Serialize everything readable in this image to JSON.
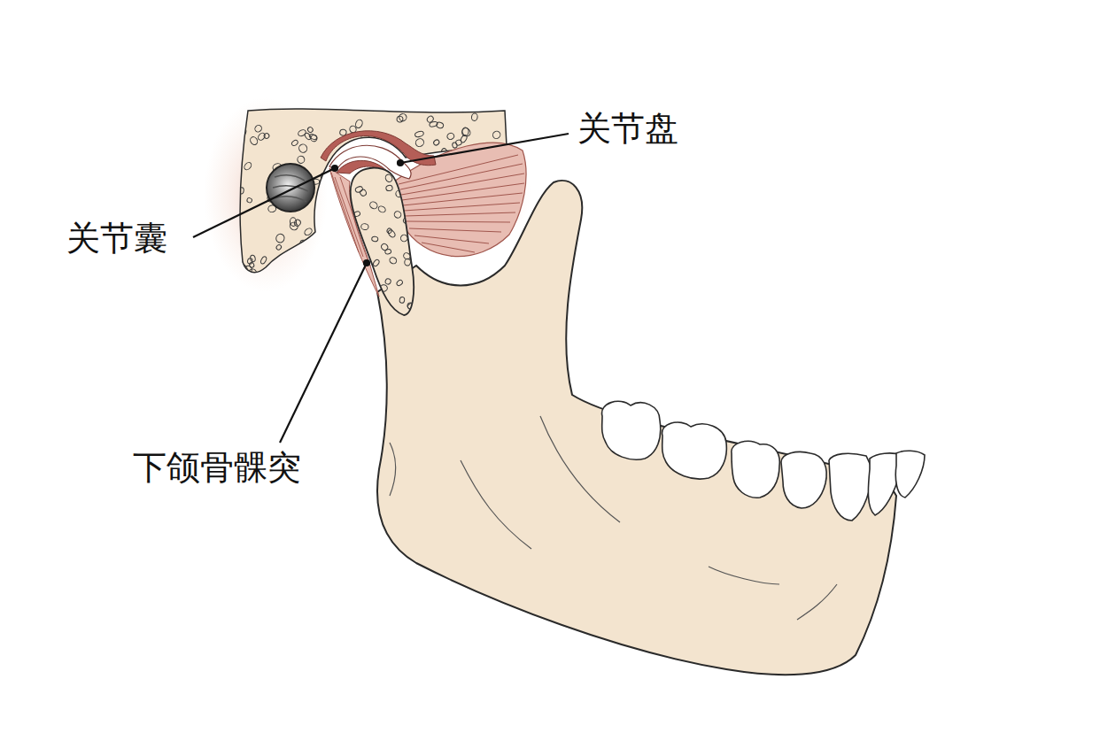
{
  "diagram": {
    "labels": [
      "关节盘",
      "关节囊",
      "下颌骨髁突"
    ]
  }
}
